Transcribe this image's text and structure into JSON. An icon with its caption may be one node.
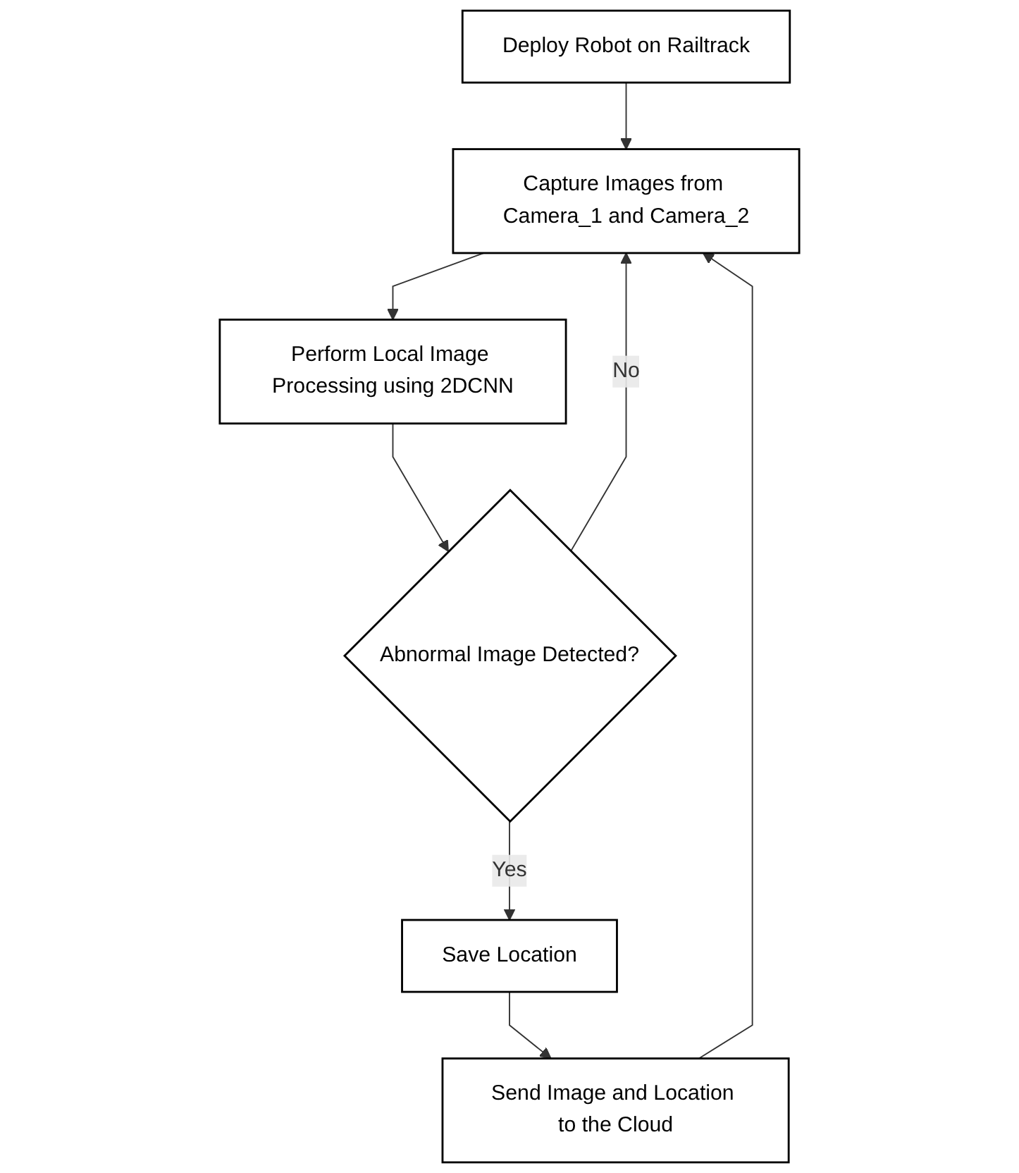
{
  "diagram": {
    "nodes": [
      {
        "text": [
          "Deploy Robot on Railtrack"
        ]
      },
      {
        "text": [
          "Capture Images from Camera_1 and Camera_2"
        ]
      },
      {
        "text": [
          "Perform Local Image Processing using 2DCNN"
        ]
      },
      {
        "text": [
          "Abnormal Image Detected?"
        ]
      },
      {
        "text": [
          "Save Location"
        ]
      },
      {
        "text": [
          "Send Image and Location to the Cloud"
        ]
      }
    ],
    "edges": [
      {
        "from": 0,
        "to": 1,
        "arrow": "to"
      },
      {
        "from": 1,
        "to": 2,
        "arrow": "to"
      },
      {
        "from": 2,
        "to": 3,
        "arrow": "to"
      },
      {
        "from": 3,
        "to": 4,
        "label": "Yes",
        "arrow": "to"
      },
      {
        "from": 3,
        "to": 1,
        "label": "No",
        "arrow": "to"
      },
      {
        "from": 4,
        "to": 5,
        "arrow": "to"
      },
      {
        "from": 5,
        "to": 1,
        "arrow": "to"
      }
    ]
  }
}
